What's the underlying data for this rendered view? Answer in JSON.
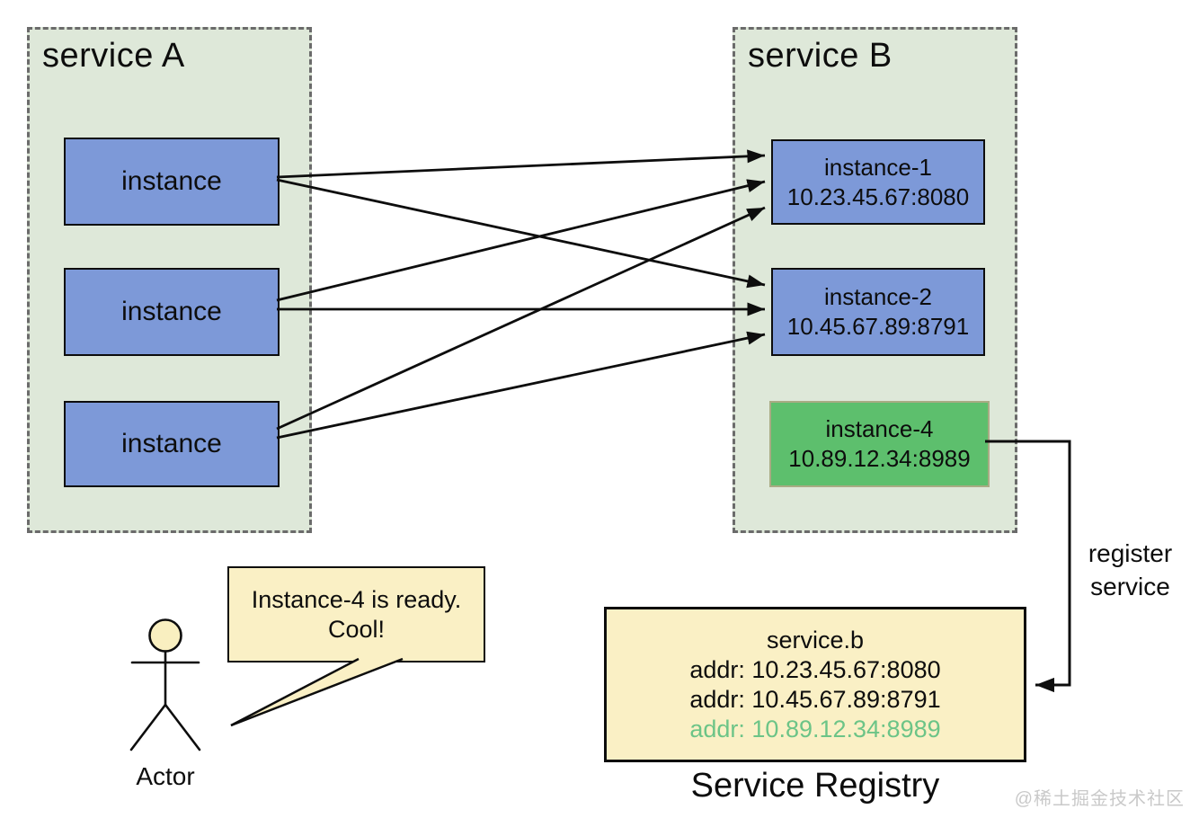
{
  "service_a": {
    "title": "service A",
    "instances": [
      "instance",
      "instance",
      "instance"
    ]
  },
  "service_b": {
    "title": "service B",
    "instances": [
      {
        "name": "instance-1",
        "addr": "10.23.45.67:8080"
      },
      {
        "name": "instance-2",
        "addr": "10.45.67.89:8791"
      },
      {
        "name": "instance-4",
        "addr": "10.89.12.34:8989"
      }
    ]
  },
  "registry": {
    "title": "Service Registry",
    "service_name": "service.b",
    "entries": [
      {
        "text": "addr: 10.23.45.67:8080",
        "highlight": false
      },
      {
        "text": "addr: 10.45.67.89:8791",
        "highlight": false
      },
      {
        "text": "addr: 10.89.12.34:8989",
        "highlight": true
      }
    ]
  },
  "register_arrow_label": {
    "line1": "register",
    "line2": "service"
  },
  "actor": {
    "label": "Actor",
    "speech_line1": "Instance-4 is ready.",
    "speech_line2": "Cool!"
  },
  "watermark": "@稀土掘金技术社区",
  "colors": {
    "sage_bg": "#dee8d9",
    "instance_blue": "#7d99d8",
    "instance_green": "#5dbf6d",
    "note_yellow": "#faf0c5",
    "highlight_green": "#6cc487",
    "dash_gray": "#6b6b6b",
    "ink": "#0d0d0d",
    "watermark_gray": "#c9c9c9"
  }
}
